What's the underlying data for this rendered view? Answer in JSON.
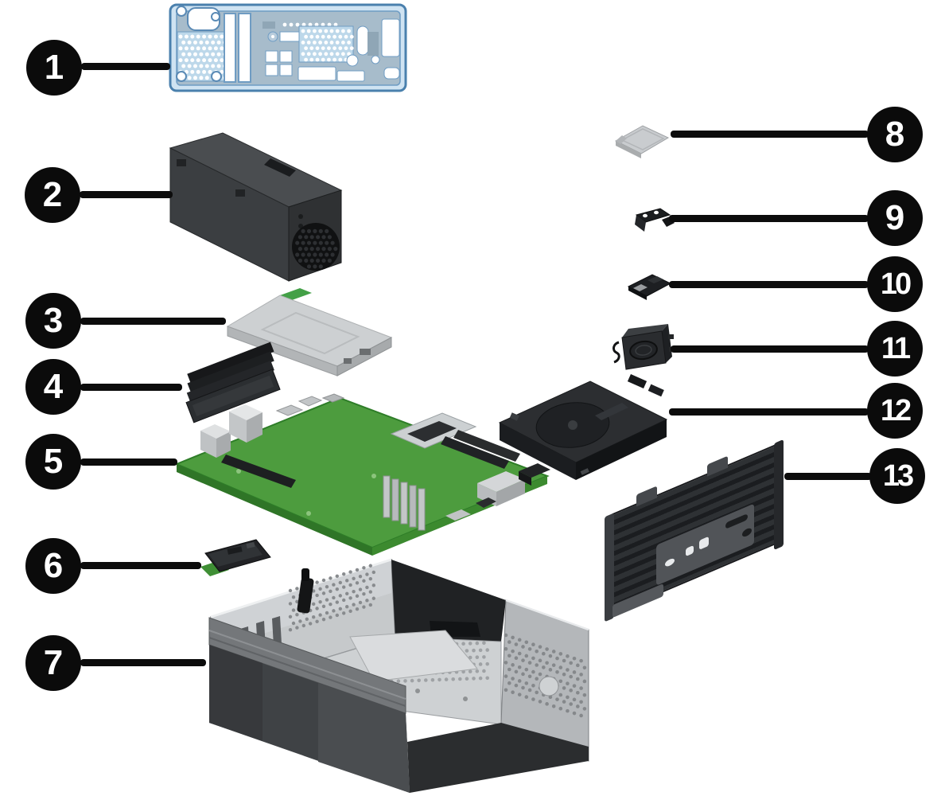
{
  "figure": {
    "type": "exploded-parts-diagram",
    "callouts": [
      {
        "label": "1",
        "icon": "blue-outlined-rear-panel"
      },
      {
        "label": "2",
        "icon": "power-supply"
      },
      {
        "label": "3",
        "icon": "optical-drive"
      },
      {
        "label": "4",
        "icon": "memory-modules"
      },
      {
        "label": "5",
        "icon": "system-board"
      },
      {
        "label": "6",
        "icon": "m2-module"
      },
      {
        "label": "7",
        "icon": "chassis"
      },
      {
        "label": "8",
        "icon": "memory-card"
      },
      {
        "label": "9",
        "icon": "bracket"
      },
      {
        "label": "10",
        "icon": "expansion-card"
      },
      {
        "label": "11",
        "icon": "speaker"
      },
      {
        "label": "12",
        "icon": "hard-drive"
      },
      {
        "label": "13",
        "icon": "front-bezel"
      }
    ],
    "palette": {
      "background": "#ffffff",
      "callout_fill": "#0b0b0b",
      "callout_text": "#ffffff",
      "leader_line": "#0c0c0c",
      "outline_blue": "#4a80ad",
      "panel_blue_fill": "#c8ddee",
      "board_green": "#4d9c3e",
      "metal_gray": "#c6c9cb",
      "part_charcoal": "#2b2d30"
    }
  }
}
